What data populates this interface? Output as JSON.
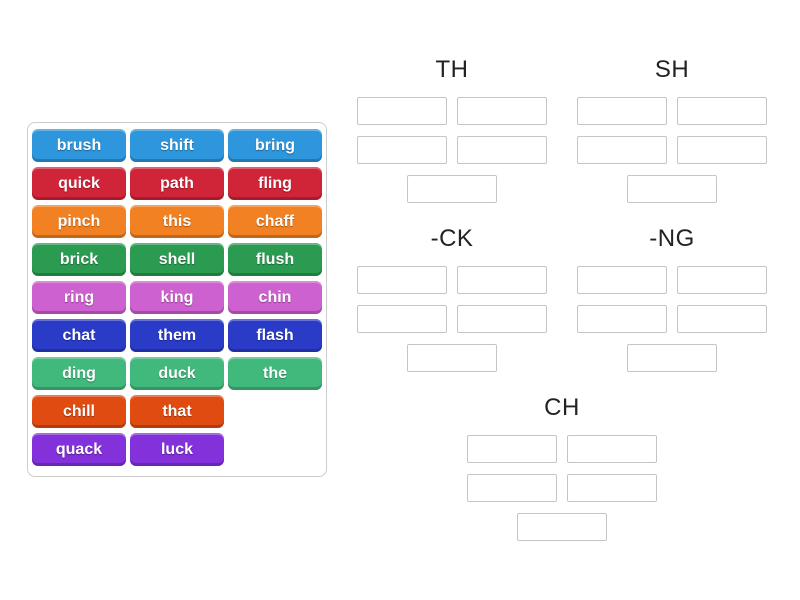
{
  "word_bank": {
    "rows": [
      {
        "color": "#2e96dc",
        "words": [
          "brush",
          "shift",
          "bring"
        ]
      },
      {
        "color": "#d02439",
        "words": [
          "quick",
          "path",
          "fling"
        ]
      },
      {
        "color": "#f28123",
        "words": [
          "pinch",
          "this",
          "chaff"
        ]
      },
      {
        "color": "#2b9b51",
        "words": [
          "brick",
          "shell",
          "flush"
        ]
      },
      {
        "color": "#cd61cf",
        "words": [
          "ring",
          "king",
          "chin"
        ]
      },
      {
        "color": "#2a3bc8",
        "words": [
          "chat",
          "them",
          "flash"
        ]
      },
      {
        "color": "#41b97d",
        "words": [
          "ding",
          "duck",
          "the"
        ]
      },
      {
        "color": "#e04b12",
        "words": [
          "chill",
          "that"
        ]
      },
      {
        "color": "#8331da",
        "words": [
          "quack",
          "luck"
        ]
      }
    ]
  },
  "groups": {
    "th": {
      "label": "TH"
    },
    "sh": {
      "label": "SH"
    },
    "ck": {
      "label": "-CK"
    },
    "ng": {
      "label": "-NG"
    },
    "ch": {
      "label": "CH"
    }
  },
  "ui_colors": {
    "bank_border": "#cccccc",
    "slot_border": "#c5c5c5",
    "header_text": "#222222"
  }
}
